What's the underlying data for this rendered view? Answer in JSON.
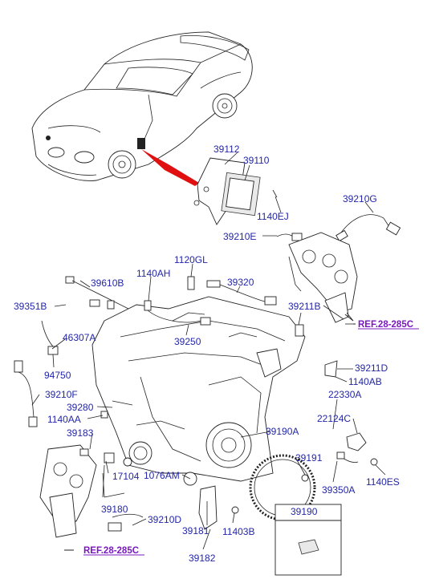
{
  "labels": {
    "l39112": "39112",
    "l39110": "39110",
    "l1140EJ": "1140EJ",
    "l39210G": "39210G",
    "l39210E": "39210E",
    "l1120GL": "1120GL",
    "l1140AH": "1140AH",
    "l39610B": "39610B",
    "l39320": "39320",
    "l39351B": "39351B",
    "l39211B": "39211B",
    "l46307A": "46307A",
    "l39250": "39250",
    "l39211D": "39211D",
    "l1140AB": "1140AB",
    "l22330A": "22330A",
    "l94750": "94750",
    "l39210F": "39210F",
    "l39280": "39280",
    "l22124C": "22124C",
    "l1140AA": "1140AA",
    "l39183": "39183",
    "l39190A": "39190A",
    "l39191": "39191",
    "l17104": "17104",
    "l1076AM": "1076AM",
    "l39350A": "39350A",
    "l1140ES": "1140ES",
    "l39190": "39190",
    "l39180": "39180",
    "l39210D": "39210D",
    "l39181": "39181",
    "l11403B": "11403B",
    "l39182": "39182"
  },
  "references": {
    "ref_top": "REF.28-285C",
    "ref_bottom": "REF.28-285C"
  },
  "colors": {
    "label": "#2326a8",
    "reference": "#7a18c0",
    "pointer": "#e01010"
  }
}
